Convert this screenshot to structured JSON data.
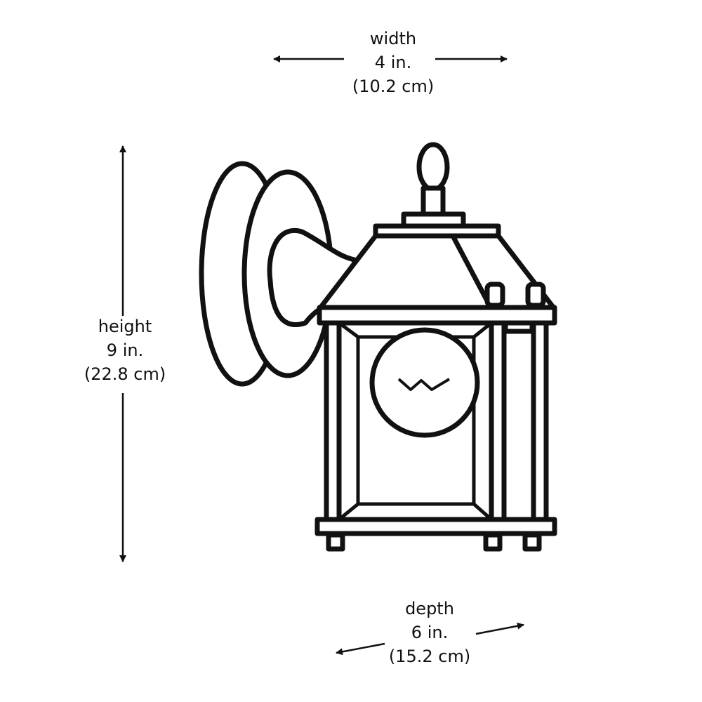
{
  "width": {
    "label": "width",
    "imperial": "4 in.",
    "metric": "(10.2 cm)"
  },
  "height": {
    "label": "height",
    "imperial": "9 in.",
    "metric": "(22.8 cm)"
  },
  "depth": {
    "label": "depth",
    "imperial": "6 in.",
    "metric": "(15.2 cm)"
  },
  "colors": {
    "line": "#111111",
    "background": "#ffffff"
  }
}
